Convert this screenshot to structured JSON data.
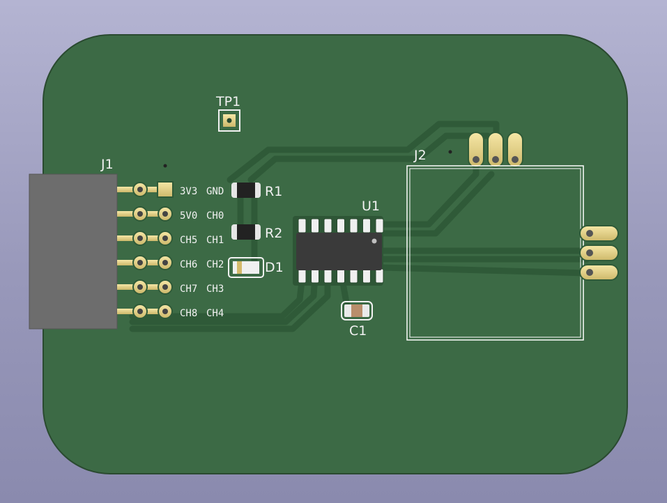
{
  "viewer": {
    "title": "PCB 3D View",
    "colors": {
      "background_top": "#b4b4d2",
      "background_bottom": "#8a8aae",
      "soldermask": "#3c6a45",
      "copper_trace": "#2f5a38",
      "pad_gold": "#e8d48a",
      "silkscreen": "#f2f2f2",
      "connector_body": "#6d6d6d"
    }
  },
  "board": {
    "components": {
      "tp1": {
        "ref": "TP1"
      },
      "j1": {
        "ref": "J1"
      },
      "j2": {
        "ref": "J2"
      },
      "u1": {
        "ref": "U1"
      },
      "r1": {
        "ref": "R1"
      },
      "r2": {
        "ref": "R2"
      },
      "d1": {
        "ref": "D1"
      },
      "c1": {
        "ref": "C1"
      }
    },
    "j1_pin_labels": [
      {
        "left": "3V3",
        "right": "GND"
      },
      {
        "left": "5V0",
        "right": "CH0"
      },
      {
        "left": "CH5",
        "right": "CH1"
      },
      {
        "left": "CH6",
        "right": "CH2"
      },
      {
        "left": "CH7",
        "right": "CH3"
      },
      {
        "left": "CH8",
        "right": "CH4"
      }
    ]
  }
}
